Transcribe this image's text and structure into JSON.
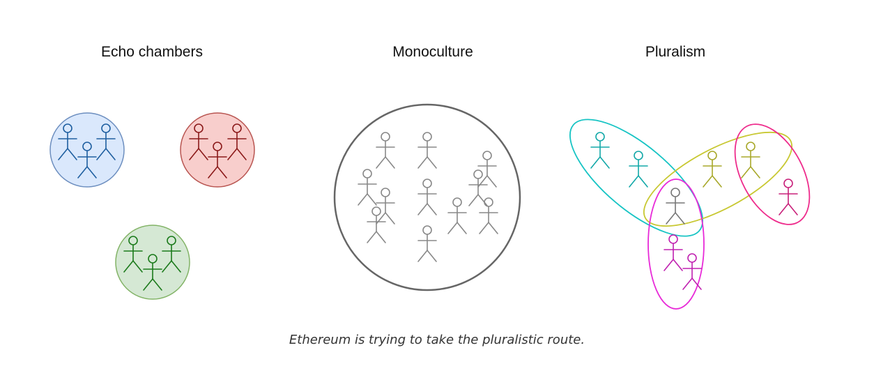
{
  "panels": [
    {
      "title": "Echo chambers",
      "groups": [
        {
          "id": "blue",
          "shape": "circle",
          "fill": "#dae8fc",
          "stroke": "#6c8ebf",
          "person_color": "#1f5fa0",
          "people": 3
        },
        {
          "id": "red",
          "shape": "circle",
          "fill": "#f8cecc",
          "stroke": "#b85450",
          "person_color": "#8b1a1a",
          "people": 3
        },
        {
          "id": "green",
          "shape": "circle",
          "fill": "#d5e8d4",
          "stroke": "#82b366",
          "person_color": "#1b7a1b",
          "people": 3
        }
      ]
    },
    {
      "title": "Monoculture",
      "groups": [
        {
          "id": "gray",
          "shape": "circle",
          "fill": "#ffffff",
          "stroke": "#666666",
          "person_color": "#888888",
          "people": 11
        }
      ]
    },
    {
      "title": "Pluralism",
      "groups": [
        {
          "id": "cyan",
          "shape": "ellipse",
          "stroke": "#17c4c4",
          "person_color": "#12a8a8",
          "people": 2
        },
        {
          "id": "olive",
          "shape": "ellipse",
          "stroke": "#c8c832",
          "person_color": "#a8a82a",
          "people": 2
        },
        {
          "id": "pink",
          "shape": "ellipse",
          "stroke": "#ee2c8c",
          "person_color": "#c8207a",
          "people": 1
        },
        {
          "id": "magenta",
          "shape": "ellipse",
          "stroke": "#e82ad8",
          "person_color": "#c020b0",
          "people": 2
        },
        {
          "id": "shared",
          "shape": "person-only",
          "person_color": "#777777",
          "people": 1
        }
      ]
    }
  ],
  "caption": "Ethereum is trying to take the pluralistic route."
}
